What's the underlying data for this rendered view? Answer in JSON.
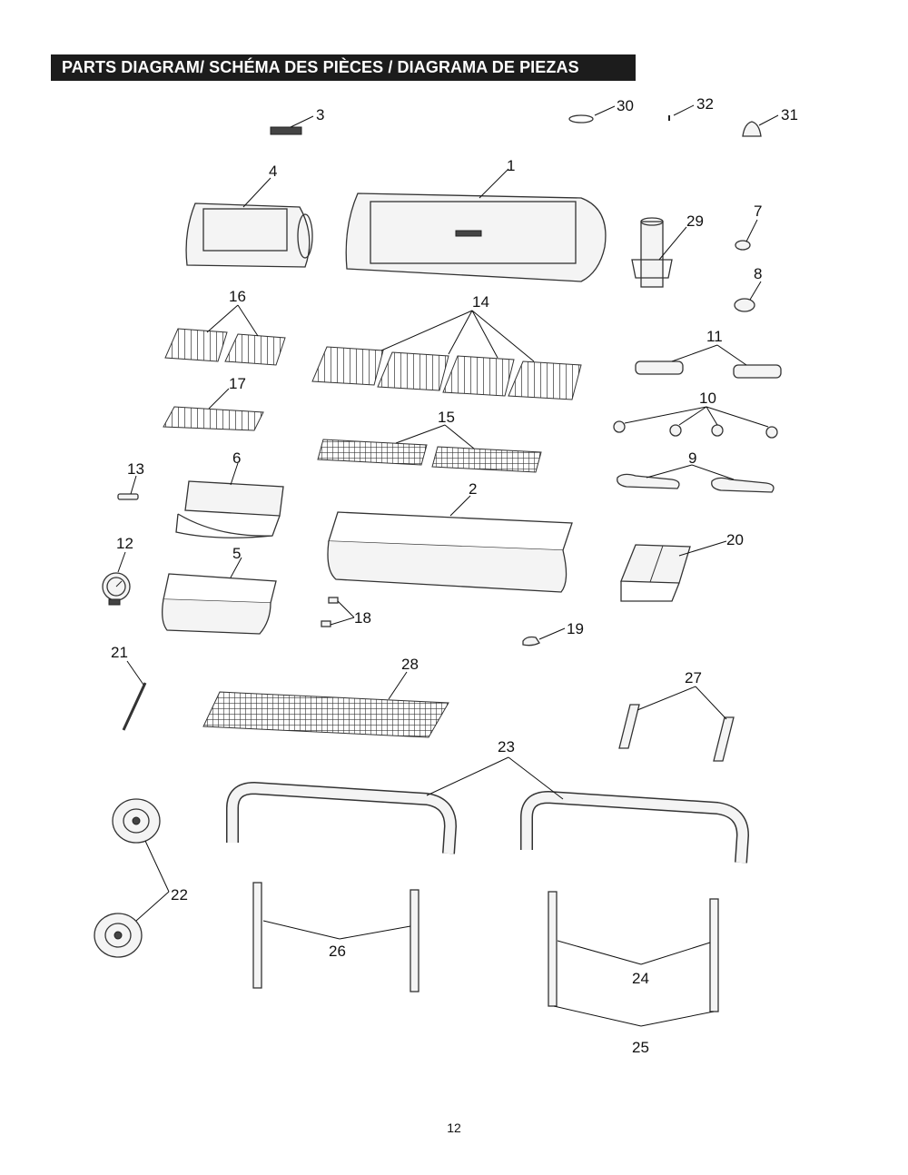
{
  "header": {
    "title": "PARTS DIAGRAM/ SCHÉMA DES PIÈCES / DIAGRAMA DE PIEZAS"
  },
  "callouts": {
    "p1": "1",
    "p2": "2",
    "p3": "3",
    "p4": "4",
    "p5": "5",
    "p6": "6",
    "p7": "7",
    "p8": "8",
    "p9": "9",
    "p10": "10",
    "p11": "11",
    "p12": "12",
    "p13": "13",
    "p14": "14",
    "p15": "15",
    "p16": "16",
    "p17": "17",
    "p18": "18",
    "p19": "19",
    "p20": "20",
    "p21": "21",
    "p22": "22",
    "p23": "23",
    "p24": "24",
    "p25": "25",
    "p26": "26",
    "p27": "27",
    "p28": "28",
    "p29": "29",
    "p30": "30",
    "p31": "31",
    "p32": "32"
  },
  "footer": {
    "page_number": "12"
  }
}
